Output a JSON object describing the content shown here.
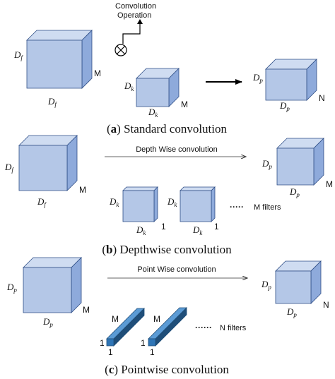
{
  "panel_a": {
    "operation_label_line1": "Convolution",
    "operation_label_line2": "Operation",
    "input": {
      "height_symbol": "D",
      "height_sub": "f",
      "width_symbol": "D",
      "width_sub": "f",
      "depth": "M"
    },
    "kernel": {
      "height_symbol": "D",
      "height_sub": "k",
      "width_symbol": "D",
      "width_sub": "k",
      "depth": "M"
    },
    "output": {
      "height_symbol": "D",
      "height_sub": "p",
      "width_symbol": "D",
      "width_sub": "p",
      "depth": "N"
    },
    "caption_letter": "a",
    "caption_text": " Standard convolution"
  },
  "panel_b": {
    "arrow_label": "Depth Wise convolution",
    "input": {
      "height_symbol": "D",
      "height_sub": "f",
      "width_symbol": "D",
      "width_sub": "f",
      "depth": "M"
    },
    "output": {
      "height_symbol": "D",
      "height_sub": "p",
      "width_symbol": "D",
      "width_sub": "p",
      "depth": "M"
    },
    "filter": {
      "height_symbol": "D",
      "height_sub": "k",
      "width_symbol": "D",
      "width_sub": "k",
      "depth": "1"
    },
    "filters_label": "M filters",
    "dots": "·····",
    "caption_letter": "b",
    "caption_text": " Depthwise convolution"
  },
  "panel_c": {
    "arrow_label": "Point Wise convolution",
    "input": {
      "height_symbol": "D",
      "height_sub": "p",
      "width_symbol": "D",
      "width_sub": "p",
      "depth": "M"
    },
    "output": {
      "height_symbol": "D",
      "height_sub": "p",
      "width_symbol": "D",
      "width_sub": "p",
      "depth": "N"
    },
    "filter": {
      "length": "M",
      "height": "1",
      "width": "1"
    },
    "filters_label": "N filters",
    "dots": "······",
    "caption_letter": "c",
    "caption_text": " Pointwise convolution"
  },
  "colors": {
    "cube_front": "#b4c7e7",
    "cube_top": "#cfdcf1",
    "cube_side": "#8eaadb",
    "cube_edge": "#2f4e86",
    "pointwise_front": "#2e75b6",
    "pointwise_top": "#5b9bd5",
    "pointwise_side": "#1f4e79"
  }
}
